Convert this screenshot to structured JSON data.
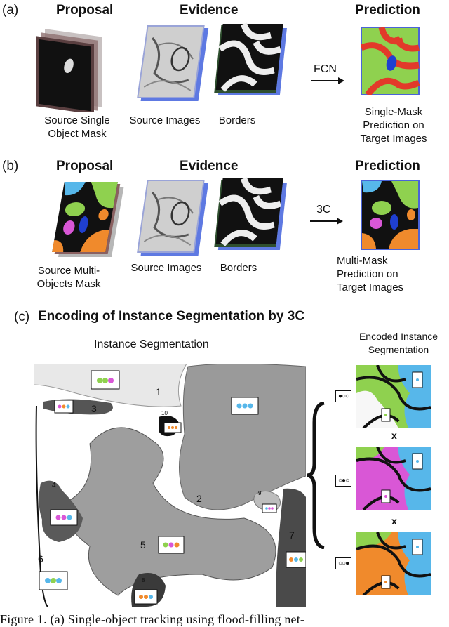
{
  "panel_a": {
    "letter": "(a)",
    "proposal": "Proposal",
    "evidence": "Evidence",
    "prediction": "Prediction",
    "arrow_label": "FCN",
    "cap_source": "Source Single\nObject Mask",
    "cap_images": "Source Images",
    "cap_borders": "Borders",
    "cap_pred": "Single-Mask\nPrediction on\nTarget Images"
  },
  "panel_b": {
    "letter": "(b)",
    "proposal": "Proposal",
    "evidence": "Evidence",
    "prediction": "Prediction",
    "arrow_label": "3C",
    "cap_source": "Source Multi-\nObjects Mask",
    "cap_images": "Source Images",
    "cap_borders": "Borders",
    "cap_pred": "Multi-Mask\nPrediction on\nTarget Images"
  },
  "panel_c": {
    "letter": "(c)",
    "title": "Encoding of Instance Segmentation by 3C",
    "subtitle": "Instance Segmentation",
    "encoded_title": "Encoded Instance\nSegmentation",
    "region_labels": [
      "1",
      "2",
      "3",
      "4",
      "5",
      "6",
      "7",
      "8",
      "9",
      "10"
    ],
    "times": [
      "x",
      "x"
    ],
    "codes": [
      "●○○",
      "○●○",
      "○○●"
    ]
  },
  "colors": {
    "green": "#8fd14f",
    "magenta": "#d957d6",
    "cyan": "#57b7ea",
    "orange": "#f08a2c",
    "red": "#e23a2a",
    "blue": "#1f3fd0",
    "frame_blue": "#4a64d8"
  },
  "figure_caption": "Figure 1.  (a) Single-object tracking using flood-filling net-"
}
